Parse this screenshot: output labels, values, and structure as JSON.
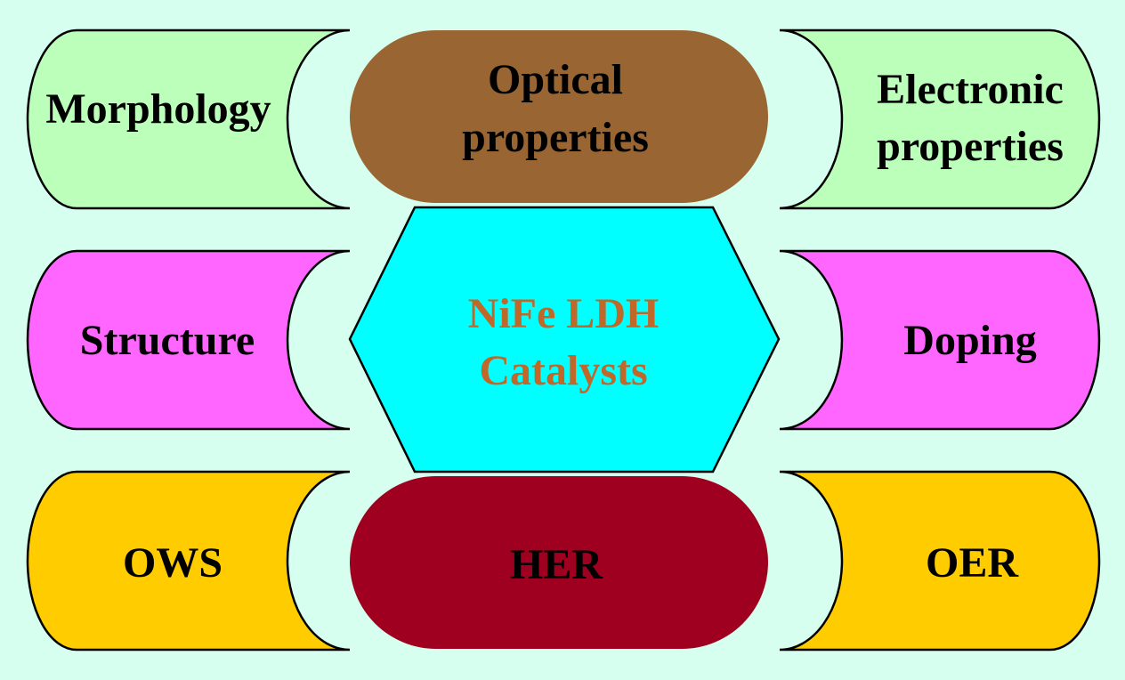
{
  "colors": {
    "background": "#d6fff0",
    "green": "#bbffbb",
    "magenta": "#ff66ff",
    "gold": "#ffcc00",
    "brown": "#996633",
    "cyan": "#00ffff",
    "maroon": "#a00020",
    "center_text": "#c0682a",
    "text": "#000000"
  },
  "center": {
    "line1": "NiFe LDH",
    "line2": "Catalysts"
  },
  "top_center": {
    "line1": "Optical",
    "line2": "properties"
  },
  "bottom_center": {
    "label": "HER"
  },
  "left": {
    "top": "Morphology",
    "middle": "Structure",
    "bottom": "OWS"
  },
  "right": {
    "top": {
      "line1": "Electronic",
      "line2": "properties"
    },
    "middle": "Doping",
    "bottom": "OER"
  }
}
